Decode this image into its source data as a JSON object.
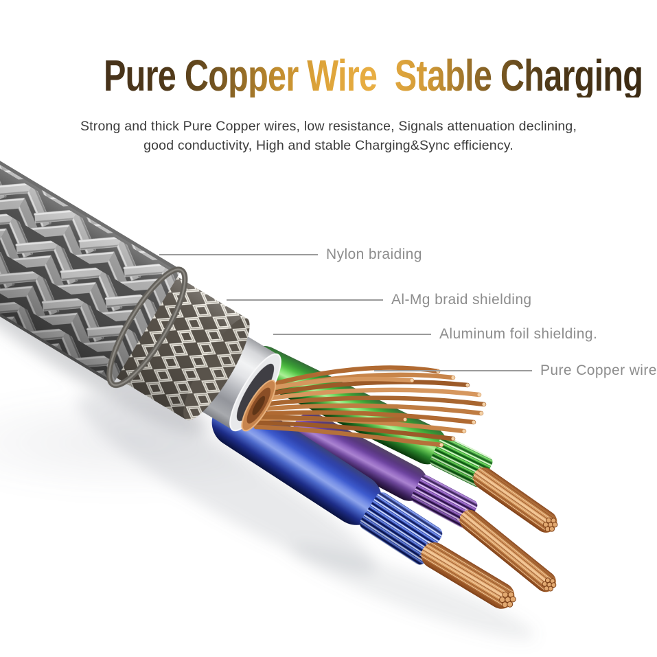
{
  "page": {
    "background_color": "#ffffff"
  },
  "header": {
    "title": "Pure Copper Wire  Stable Charging",
    "title_color_dark": "#46321a",
    "title_color_gold": "#e6ab41",
    "subtitle_line1": "Strong and thick Pure Copper wires, low resistance, Signals attenuation declining,",
    "subtitle_line2": "good conductivity, High and stable Charging&Sync efficiency."
  },
  "callouts": [
    {
      "id": "nylon-braiding",
      "text": "Nylon braiding"
    },
    {
      "id": "al-mg-braid-shielding",
      "text": "Al-Mg braid shielding"
    },
    {
      "id": "aluminum-foil-shielding",
      "text": "Aluminum foil shielding."
    },
    {
      "id": "pure-copper-wire",
      "text": "Pure Copper wire"
    }
  ],
  "diagram": {
    "description": "Cutaway of a braided charging cable showing its layered construction",
    "layers": [
      "Nylon braiding",
      "Al-Mg braid shielding",
      "Aluminum foil shielding",
      "Pure Copper wire"
    ],
    "colors": {
      "nylon_braid": "#9a9a9a",
      "metal_mesh": "#efece4",
      "aluminum_foil": "#d9dadd",
      "copper": "#c8854e",
      "wire_green": "#3fae3f",
      "wire_blue": "#3d5bd0",
      "wire_purple": "#8a5cb8",
      "label_text": "#8d8d8d",
      "label_line": "#9a9a9a",
      "subtitle_text": "#3b3b3b"
    }
  }
}
